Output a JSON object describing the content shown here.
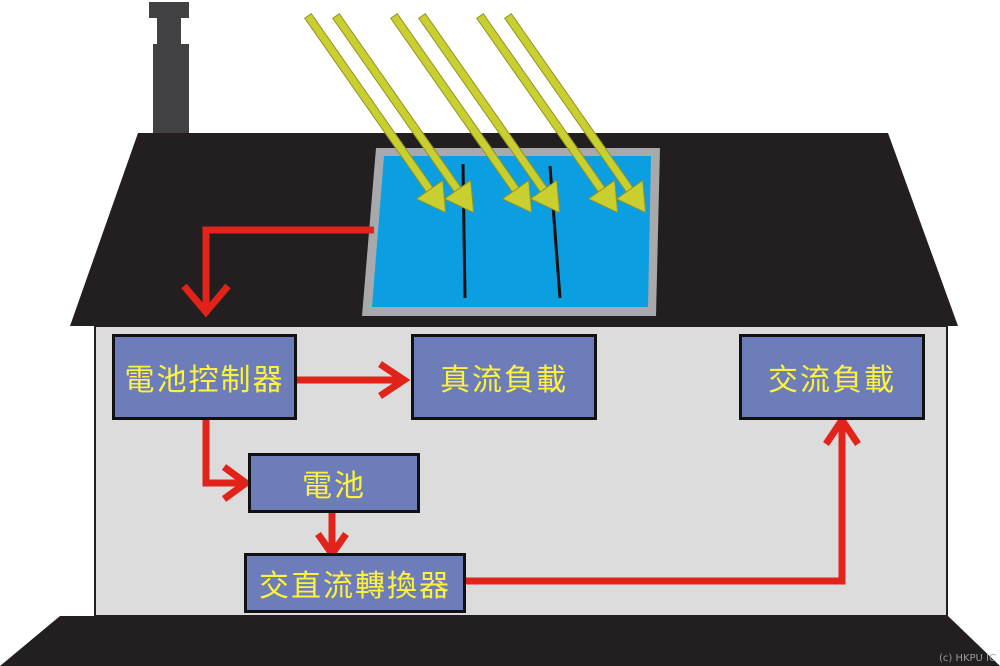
{
  "colors": {
    "roof": "#231f20",
    "wall": "#dcdcdc",
    "panel": "#0b9ee0",
    "panel_frame": "#a7a9ac",
    "sunlight": "#c8cf2f",
    "flow_arrow": "#e2231a",
    "box_fill": "#6c7db9",
    "box_text": "#fff23a"
  },
  "nodes": {
    "controller": "電池控制器",
    "dc_load": "真流負載",
    "ac_load": "交流負載",
    "battery": "電池",
    "inverter": "交直流轉換器"
  },
  "credit": "(c) HKPU IC"
}
